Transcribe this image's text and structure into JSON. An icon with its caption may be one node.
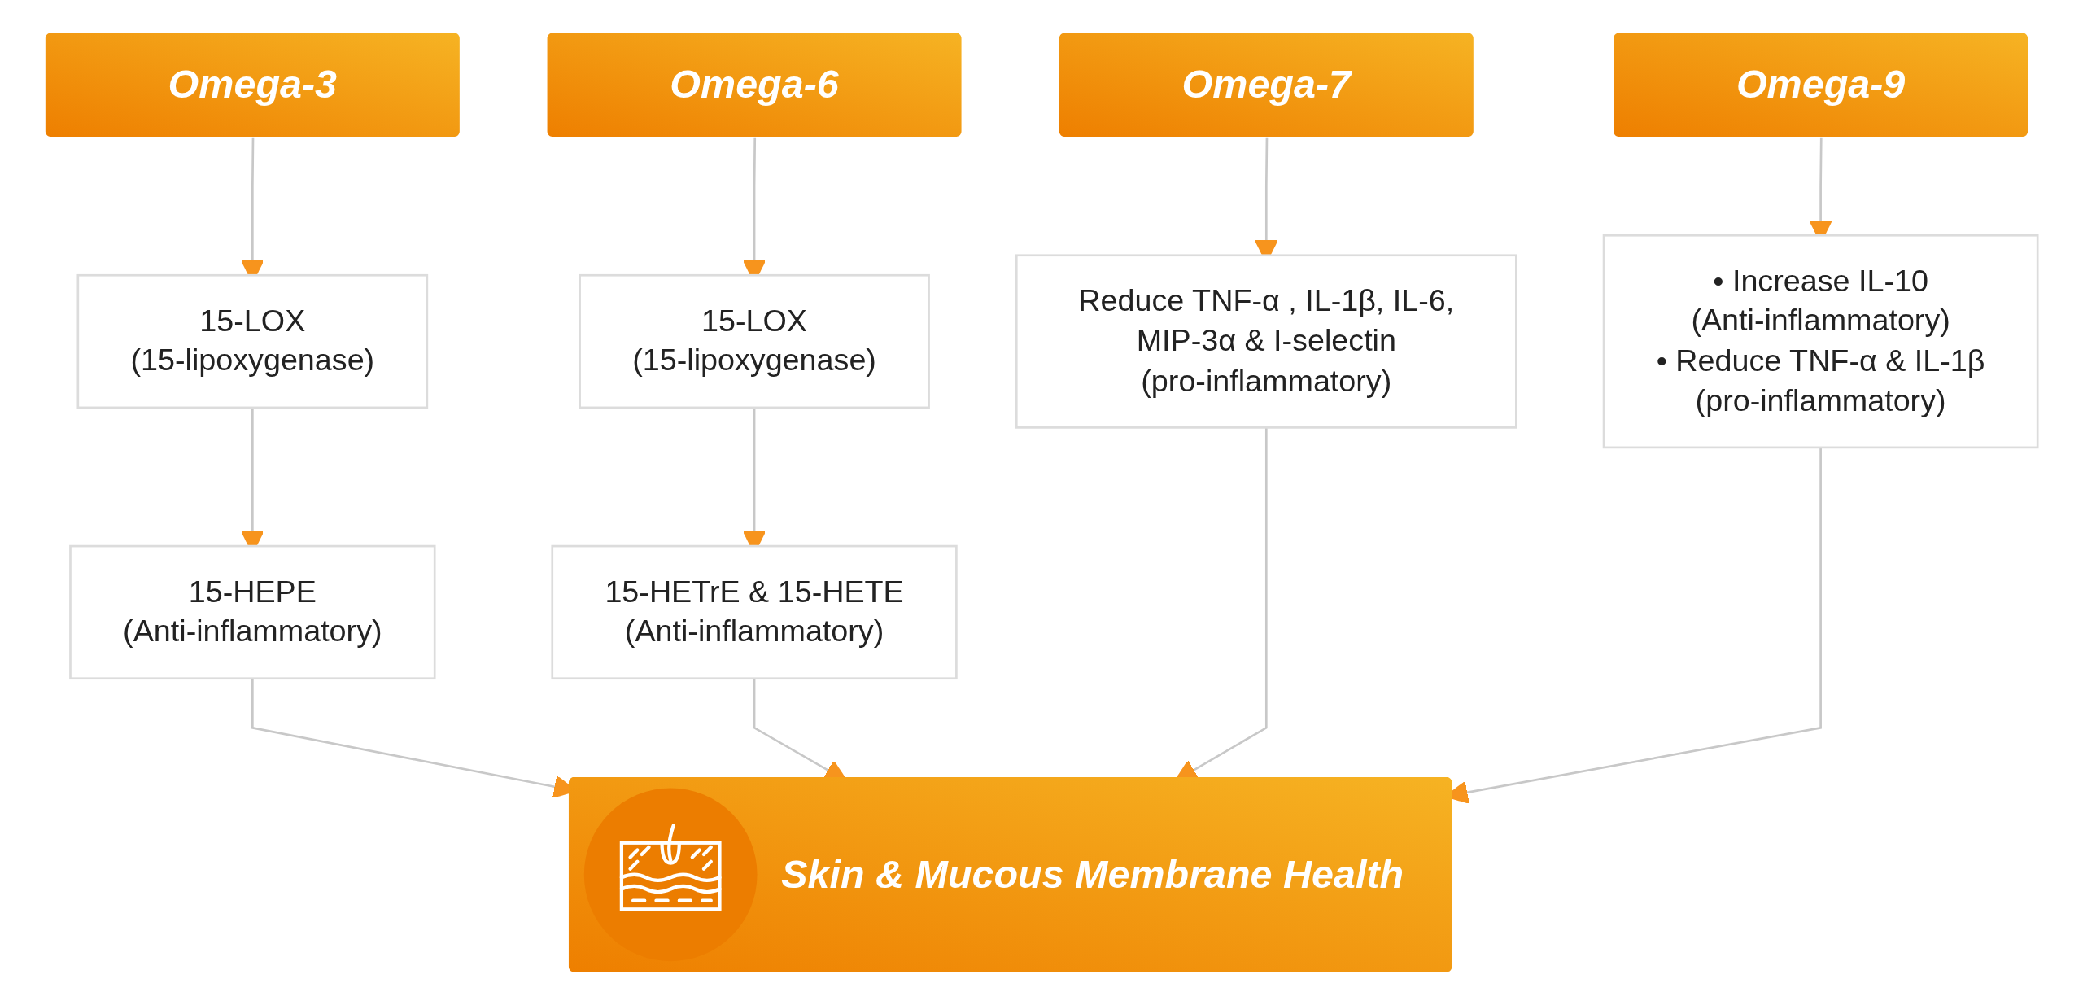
{
  "diagram": {
    "nodes": [
      {
        "text": [
          "Omega-3"
        ]
      },
      {
        "text": [
          "Omega-6"
        ]
      },
      {
        "text": [
          "Omega-7"
        ]
      },
      {
        "text": [
          "Omega-9"
        ]
      },
      {
        "text": [
          "15-LOX",
          "(15-lipoxygenase)"
        ]
      },
      {
        "text": [
          "15-LOX",
          "(15-lipoxygenase)"
        ]
      },
      {
        "text": [
          "Reduce TNF-α , IL-1β, IL-6, MIP-3α & I-selectin",
          "(pro-inflammatory)"
        ]
      },
      {
        "text": [
          "• Increase IL-10",
          "(Anti-inflammatory)",
          "• Reduce TNF-α & IL-1β",
          "(pro-inflammatory)"
        ]
      },
      {
        "text": [
          "15-HEPE",
          "(Anti-inflammatory)"
        ]
      },
      {
        "text": [
          "15-HETrE & 15-HETE",
          "(Anti-inflammatory)"
        ]
      },
      {
        "text": [
          "Skin & Mucous Membrane Health"
        ]
      }
    ],
    "edges": [
      {
        "from": 0,
        "to": 4,
        "arrow": "to"
      },
      {
        "from": 4,
        "to": 8,
        "arrow": "to"
      },
      {
        "from": 8,
        "to": 10,
        "arrow": "to"
      },
      {
        "from": 1,
        "to": 5,
        "arrow": "to"
      },
      {
        "from": 5,
        "to": 9,
        "arrow": "to"
      },
      {
        "from": 9,
        "to": 10,
        "arrow": "to"
      },
      {
        "from": 2,
        "to": 6,
        "arrow": "to"
      },
      {
        "from": 6,
        "to": 10,
        "arrow": "to"
      },
      {
        "from": 3,
        "to": 7,
        "arrow": "to"
      },
      {
        "from": 7,
        "to": 10,
        "arrow": "to"
      }
    ]
  }
}
